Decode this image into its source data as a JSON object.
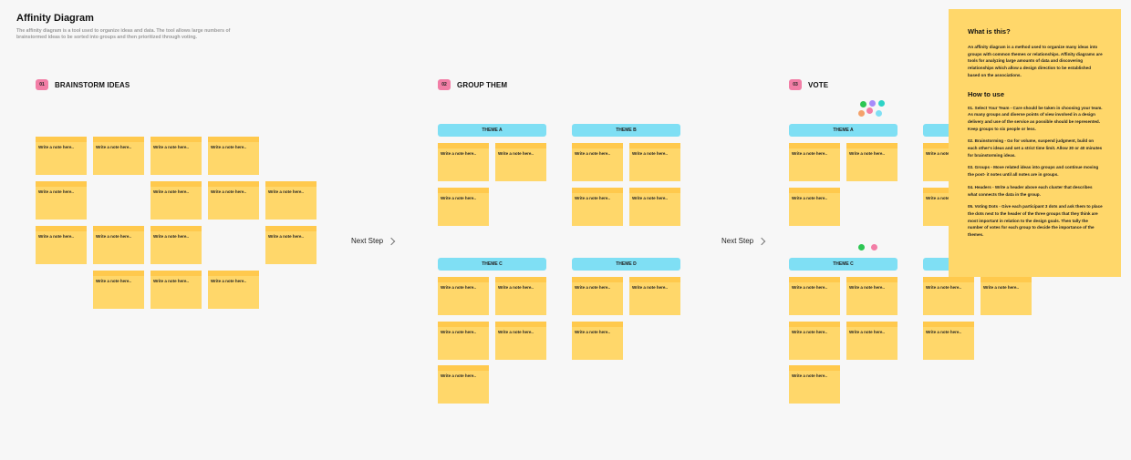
{
  "header": {
    "title": "Affinity Diagram",
    "description": "The affinity diagram is a tool used to organize ideas and data. The tool allows large numbers of brainstormed ideas to be sorted into groups and then prioritized through voting."
  },
  "steps": [
    {
      "number": "01",
      "label": "BRAINSTORM IDEAS"
    },
    {
      "number": "02",
      "label": "GROUP THEM"
    },
    {
      "number": "03",
      "label": "VOTE"
    }
  ],
  "note_text": "Write a note here..",
  "next_step_label": "Next Step",
  "themes": {
    "a": "THEME A",
    "b": "THEME B",
    "c": "THEME C",
    "d": "THEME D"
  },
  "info": {
    "what_title": "What is this?",
    "what_body": "An affinity diagram is a method used to organize many ideas into groups with common themes or relationships. Affinity diagrams are tools for analyzing large amounts of data and discovering relationships which allow a design direction to be established based on the associations.",
    "how_title": "How to use",
    "how_steps": [
      "01. Select Your Team - Care should be taken in choosing your team. As many groups and diverse points of view involved in a design delivery and use of the service as possible should be represented. Keep groups to six people or less.",
      "02. Brainstorming - Go for volume, suspend judgment, build on each other's ideas and set a strict time limit. Allow 30 or 40 minutes for brainstorming ideas.",
      "03. Groups - Move related ideas into groups and continue moving the post- it notes until all notes are in groups.",
      "04. Headers - Write a header above each cluster that describes what connects the data in the group.",
      "05. Voting Dots - Give each participant 3 dots and ask them to place the dots next to the header of the three groups that they think are most important in relation to the design goals. Then tally the number of votes for each group to decide the importance of the themes."
    ]
  },
  "colors": {
    "note": "#ffd76a",
    "note_top": "#ffc94d",
    "theme": "#7fdff4",
    "badge": "#f27ea6",
    "vote_dots": [
      "#2dc653",
      "#f27ea6",
      "#a78bfa",
      "#2ed3c6",
      "#f4a16a",
      "#7fdff4"
    ]
  },
  "icons": {
    "next": "chevron-right-icon"
  }
}
